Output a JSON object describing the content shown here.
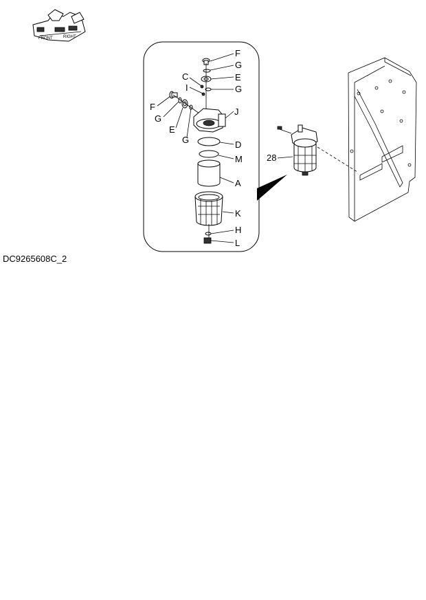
{
  "drawing_code": "DC9265608C_2",
  "orientation_icon": {
    "front_label": "FRONT",
    "right_label": "RIGHT"
  },
  "callouts": {
    "F1": "F",
    "G1": "G",
    "C": "C",
    "E1": "E",
    "I": "I",
    "G2": "G",
    "F2": "F",
    "G3": "G",
    "E2": "E",
    "G4": "G",
    "J": "J",
    "D": "D",
    "M": "M",
    "A": "A",
    "K": "K",
    "H": "H",
    "L": "L",
    "item28": "28"
  }
}
